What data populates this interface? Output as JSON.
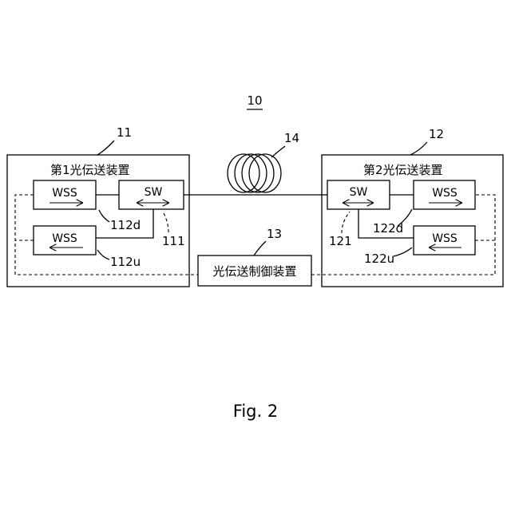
{
  "figure": {
    "system_ref": "10",
    "caption": "Fig. 2"
  },
  "device1": {
    "ref": "11",
    "title": "第1光伝送装置",
    "wss_down_label": "WSS",
    "wss_up_label": "WSS",
    "sw_label": "SW",
    "ref_down": "112d",
    "ref_up": "112u",
    "ref_sw": "111"
  },
  "device2": {
    "ref": "12",
    "title": "第2光伝送装置",
    "wss_down_label": "WSS",
    "wss_up_label": "WSS",
    "sw_label": "SW",
    "ref_down": "122d",
    "ref_up": "122u",
    "ref_sw": "121"
  },
  "fiber": {
    "ref": "14"
  },
  "controller": {
    "ref": "13",
    "label": "光伝送制御装置"
  }
}
